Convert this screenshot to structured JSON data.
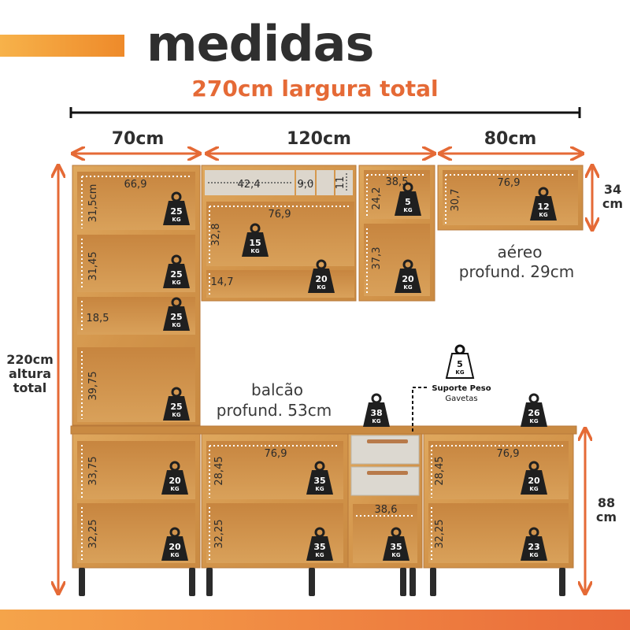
{
  "title": "medidas",
  "subtitle": "270cm largura total",
  "widths": {
    "left": "70cm",
    "middle": "120cm",
    "right": "80cm"
  },
  "heights": {
    "total_line1": "220cm",
    "total_line2": "altura",
    "total_line3": "total",
    "upper_line1": "34",
    "upper_line2": "cm",
    "base_line1": "88",
    "base_line2": "cm"
  },
  "notes": {
    "aereo_line1": "aéreo",
    "aereo_line2": "profund. 29cm",
    "balcao_line1": "balcão",
    "balcao_line2": "profund. 53cm",
    "suporte_line1": "Suporte Peso",
    "suporte_line2": "Gavetas"
  },
  "measurements": {
    "m669a": "66,9",
    "m315": "31,5cm",
    "m3145": "31,45",
    "m185": "18,5",
    "m3975": "39,75",
    "m3375": "33,75",
    "m3225a": "32,25",
    "m424": "42,4",
    "m90": "9,0",
    "m11": "11",
    "m769a": "76,9",
    "m328": "32,8",
    "m147": "14,7",
    "m385": "38,5",
    "m242": "24,2",
    "m373": "37,3",
    "m769b": "76,9",
    "m307": "30,7",
    "m769c": "76,9",
    "m2845a": "28,45",
    "m3225b": "32,25",
    "m386": "38,6",
    "m769d": "76,9",
    "m2845b": "28,45",
    "m3225c": "32,25"
  },
  "weights": {
    "unit": "KG",
    "w_l1": "25",
    "w_l2": "25",
    "w_l3": "25",
    "w_l4": "25",
    "w_m1": "15",
    "w_m2": "20",
    "w_s1": "5",
    "w_s2": "20",
    "w_r1": "12",
    "w_sup": "5",
    "w_38": "38",
    "w_26": "26",
    "w_bl1": "20",
    "w_bl2": "20",
    "w_bm1": "35",
    "w_bm2": "35",
    "w_drw": "35",
    "w_br1": "20",
    "w_br2": "23"
  },
  "colors": {
    "accent": "#e56a36",
    "wood": "#d79c52",
    "wood_dark": "#b8793a",
    "drawer": "#dcd8d0",
    "legs": "#2b2b2b",
    "weight_icon": "#1f1f1f"
  }
}
